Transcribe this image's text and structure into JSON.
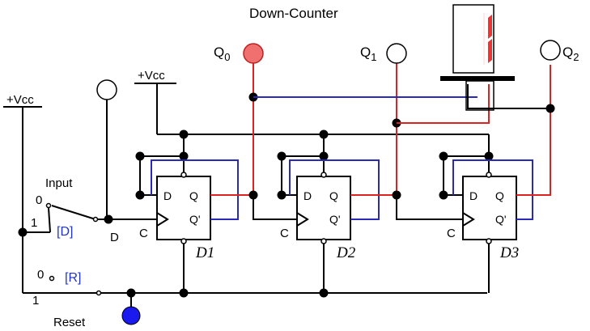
{
  "title": "Down-Counter",
  "supply_left": "+Vcc",
  "supply_mid": "+Vcc",
  "input_switch": {
    "label": "Input",
    "pos0": "0",
    "pos1": "1",
    "key": "[D]",
    "node": "D"
  },
  "reset_switch": {
    "label": "Reset",
    "pos0": "0",
    "pos1": "1",
    "key": "[R]"
  },
  "outputs": [
    {
      "base": "Q",
      "sub": "0",
      "lit": true
    },
    {
      "base": "Q",
      "sub": "1",
      "lit": false
    },
    {
      "base": "Q",
      "sub": "2",
      "lit": false
    }
  ],
  "flip_flops": [
    {
      "name": "D1",
      "d": "D",
      "q": "Q",
      "qn": "Q'",
      "c": "C"
    },
    {
      "name": "D2",
      "d": "D",
      "q": "Q",
      "qn": "Q'",
      "c": "C"
    },
    {
      "name": "D3",
      "d": "D",
      "q": "Q",
      "qn": "Q'",
      "c": "C"
    }
  ],
  "display_digit": "1",
  "colors": {
    "wire": "#000000",
    "feedback_wire": "#2a2ab8",
    "active_wire": "#dd2222",
    "led_on": "#f07070",
    "reset_led": "#1a1aee",
    "segment_on": "#ee3333"
  }
}
